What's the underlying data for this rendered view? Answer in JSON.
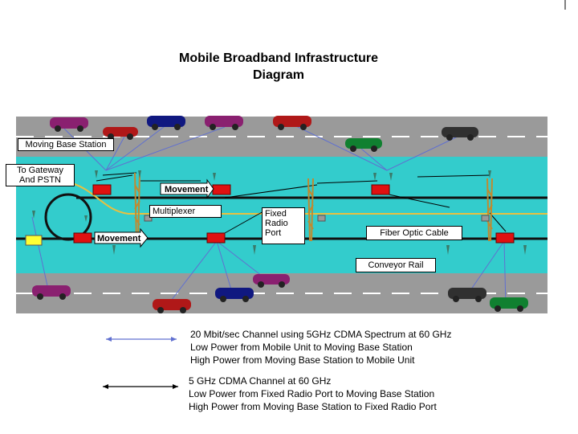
{
  "title_line1": "Mobile Broadband Infrastructure",
  "title_line2": "Diagram",
  "labels": {
    "moving_base_station": "Moving Base Station",
    "to_gateway_line1": "To Gateway",
    "to_gateway_line2": "And PSTN",
    "movement_upper": "Movement",
    "movement_lower": "Movement",
    "multiplexer": "Multiplexer",
    "fixed_radio_port_line1": "Fixed",
    "fixed_radio_port_line2": "Radio",
    "fixed_radio_port_line3": "Port",
    "fiber_optic_cable": "Fiber Optic Cable",
    "conveyor_rail": "Conveyor  Rail"
  },
  "legend": {
    "blue_line1": "20 Mbit/sec Channel using 5GHz CDMA Spectrum at 60 GHz",
    "blue_line2": "Low Power from Mobile Unit to Moving Base Station",
    "blue_line3": "High Power from Moving Base Station to Mobile Unit",
    "black_line1": "5 GHz CDMA Channel at 60 GHz",
    "black_line2": "Low Power from Fixed Radio Port to Moving Base Station",
    "black_line3": "High Power from Moving Base Station to Fixed Radio Port"
  },
  "colors": {
    "road": "#9a9a9a",
    "lane_marking": "#ffffff",
    "median": "#33cccc",
    "rail": "#111111",
    "fiber_cable": "#e8c040",
    "base_station": "#e01010",
    "tower": "#c08a30",
    "radio_port": "#999999",
    "gateway": "#ffff33",
    "blue_link": "#6070d0",
    "black_link": "#000000"
  },
  "car_colors": {
    "purple": "#8a2070",
    "red": "#b01818",
    "blue": "#101880",
    "green": "#108030",
    "dark": "#303030"
  }
}
